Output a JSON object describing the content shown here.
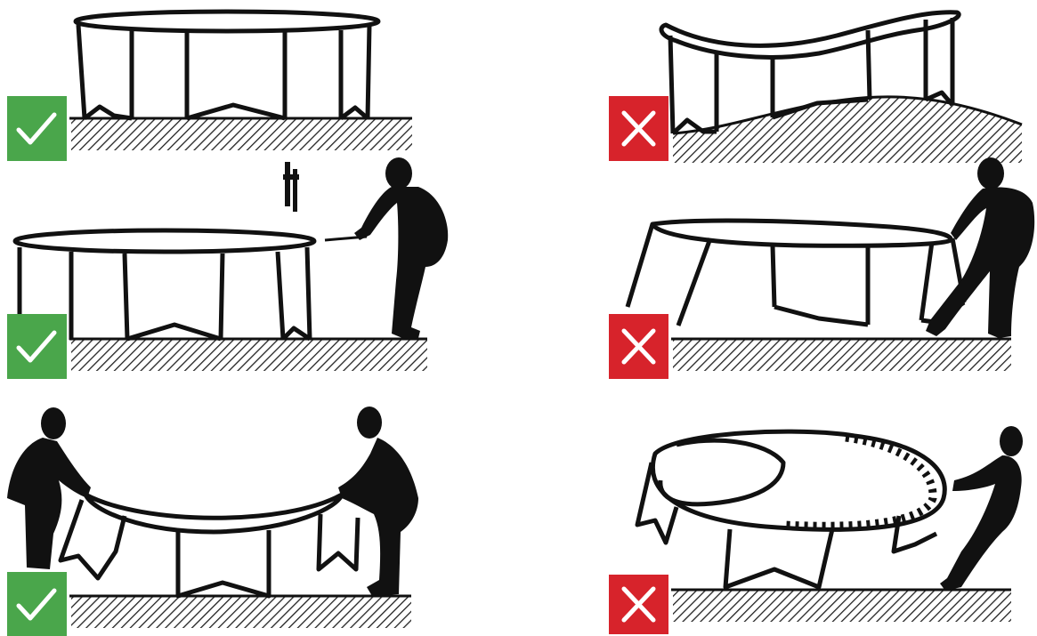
{
  "colors": {
    "ok_badge": "#4aa64b",
    "bad_badge": "#d7232b",
    "ink": "#111111",
    "hatch": "#222222",
    "background": "#ffffff"
  },
  "panels": [
    {
      "id": "level-ground",
      "status": "correct",
      "badge_icon": "check-icon"
    },
    {
      "id": "uneven-ground",
      "status": "incorrect",
      "badge_icon": "cross-icon"
    },
    {
      "id": "hammer-stakes",
      "status": "correct",
      "badge_icon": "check-icon"
    },
    {
      "id": "one-person-lifting",
      "status": "incorrect",
      "badge_icon": "cross-icon"
    },
    {
      "id": "two-person-lifting",
      "status": "correct",
      "badge_icon": "check-icon"
    },
    {
      "id": "dragging-by-pad",
      "status": "incorrect",
      "badge_icon": "cross-icon"
    }
  ]
}
